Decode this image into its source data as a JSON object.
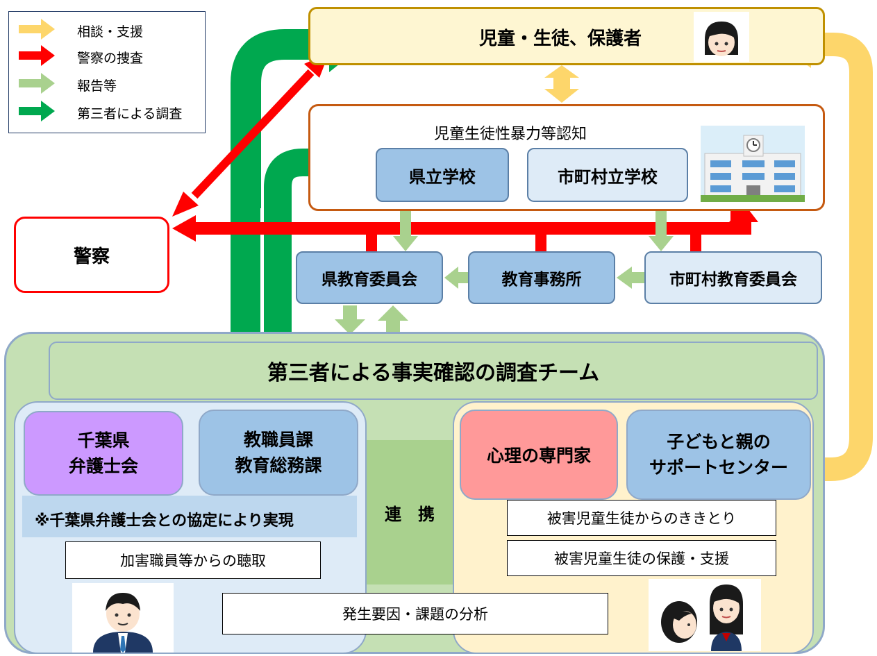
{
  "legend": {
    "items": [
      {
        "label": "相談・支援",
        "color": "#fdd66b"
      },
      {
        "label": "警察の捜査",
        "color": "#ff0000"
      },
      {
        "label": "報告等",
        "color": "#a9d18e"
      },
      {
        "label": "第三者による調査",
        "color": "#00b050"
      }
    ]
  },
  "top_box": {
    "label": "児童・生徒、保護者"
  },
  "school_group": {
    "title": "児童生徒性暴力等認知",
    "prefectural_school": "県立学校",
    "municipal_school": "市町村立学校"
  },
  "police": {
    "label": "警察"
  },
  "boards": {
    "prefectural_board": "県教育委員会",
    "education_office": "教育事務所",
    "municipal_board": "市町村教育委員会"
  },
  "team": {
    "title": "第三者による事実確認の調査チーム",
    "bar_association": [
      "千葉県",
      "弁護士会"
    ],
    "staff_division": [
      "教職員課",
      "教育総務課"
    ],
    "note": "※千葉県弁護士会との協定により実現",
    "hearing": "加害職員等からの聴取",
    "cooperation": "連　携",
    "psychologist": "心理の専門家",
    "support_center": [
      "子どもと親の",
      "サポートセンター"
    ],
    "victim_interview": "被害児童生徒からのききとり",
    "victim_protection": "被害児童生徒の保護・支援",
    "analysis": "発生要因・課題の分析"
  }
}
